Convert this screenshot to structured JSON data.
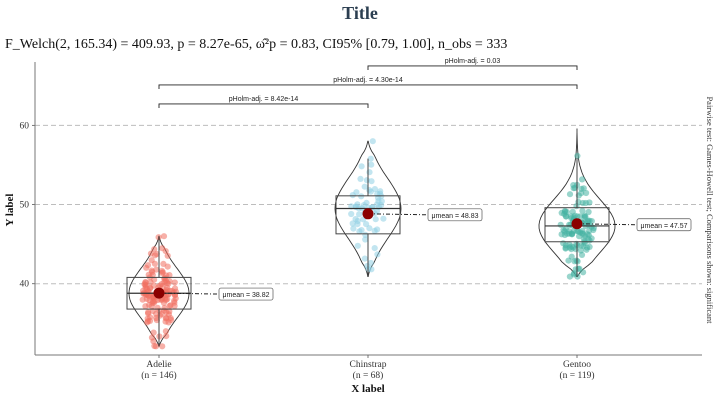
{
  "chart_data": {
    "type": "violin",
    "title": "Title",
    "subtitle": "F_Welch(2, 165.34) = 409.93, p = 8.27e-65, ω̂²p = 0.83, CI95% [0.79, 1.00], n_obs = 333",
    "xlabel": "X label",
    "ylabel": "Y label",
    "caption": "Pairwise test: Games-Howell test; Comparisons shown: significant",
    "ylim": [
      31,
      68
    ],
    "yticks": [
      40,
      50,
      60
    ],
    "grid": true,
    "categories": [
      "Adelie",
      "Chinstrap",
      "Gentoo"
    ],
    "counts": [
      "(n = 146)",
      "(n = 68)",
      "(n = 119)"
    ],
    "colors": [
      "#f07060",
      "#8fd0e4",
      "#45b3a2"
    ],
    "means": [
      38.82,
      48.83,
      47.57
    ],
    "mean_labels": [
      "μmean = 38.82",
      "μmean = 48.83",
      "μmean = 47.57"
    ],
    "quartiles": [
      [
        36.8,
        38.8,
        40.8
      ],
      [
        46.3,
        49.5,
        51.1
      ],
      [
        45.3,
        47.3,
        49.6
      ]
    ],
    "whiskers": [
      [
        32.1,
        46.0
      ],
      [
        40.9,
        55.8
      ],
      [
        40.9,
        55.9
      ]
    ],
    "ranges": [
      [
        32.1,
        46.0
      ],
      [
        40.9,
        58.0
      ],
      [
        40.9,
        59.6
      ]
    ],
    "n": [
      146,
      68,
      119
    ],
    "comparisons": [
      {
        "from": 0,
        "to": 1,
        "label": "pHolm-adj. = 8.42e-14"
      },
      {
        "from": 0,
        "to": 2,
        "label": "pHolm-adj. = 4.30e-14"
      },
      {
        "from": 1,
        "to": 2,
        "label": "pHolm-adj. = 0.03"
      }
    ]
  }
}
